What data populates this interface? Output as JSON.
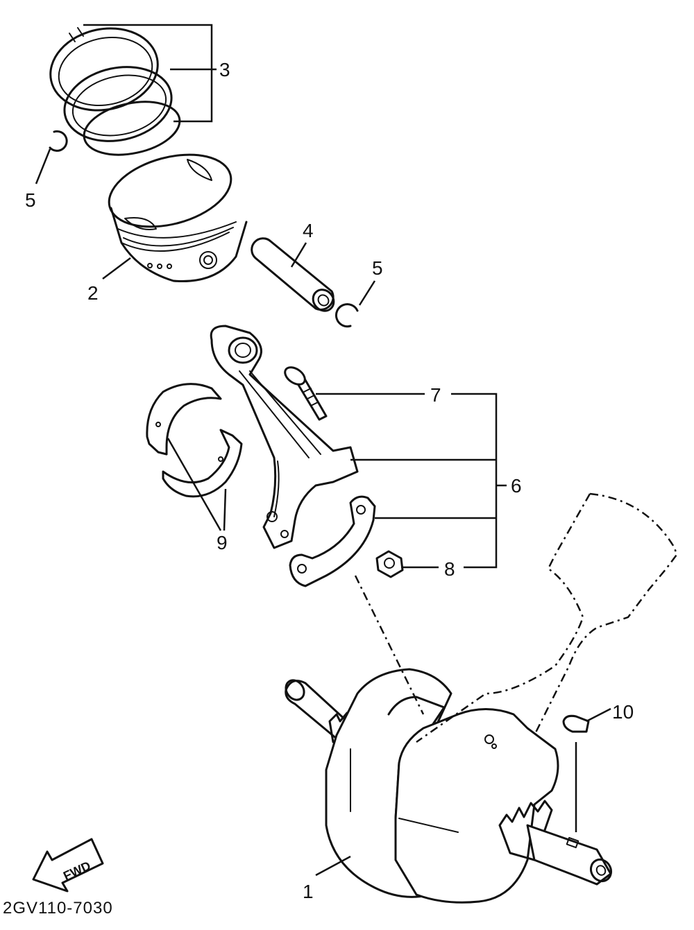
{
  "callouts": {
    "c1": "1",
    "c2": "2",
    "c3": "3",
    "c4": "4",
    "c5a": "5",
    "c5b": "5",
    "c6": "6",
    "c7": "7",
    "c8": "8",
    "c9": "9",
    "c10": "10"
  },
  "direction_label": "FWD",
  "diagram_code": "2GV110-7030"
}
